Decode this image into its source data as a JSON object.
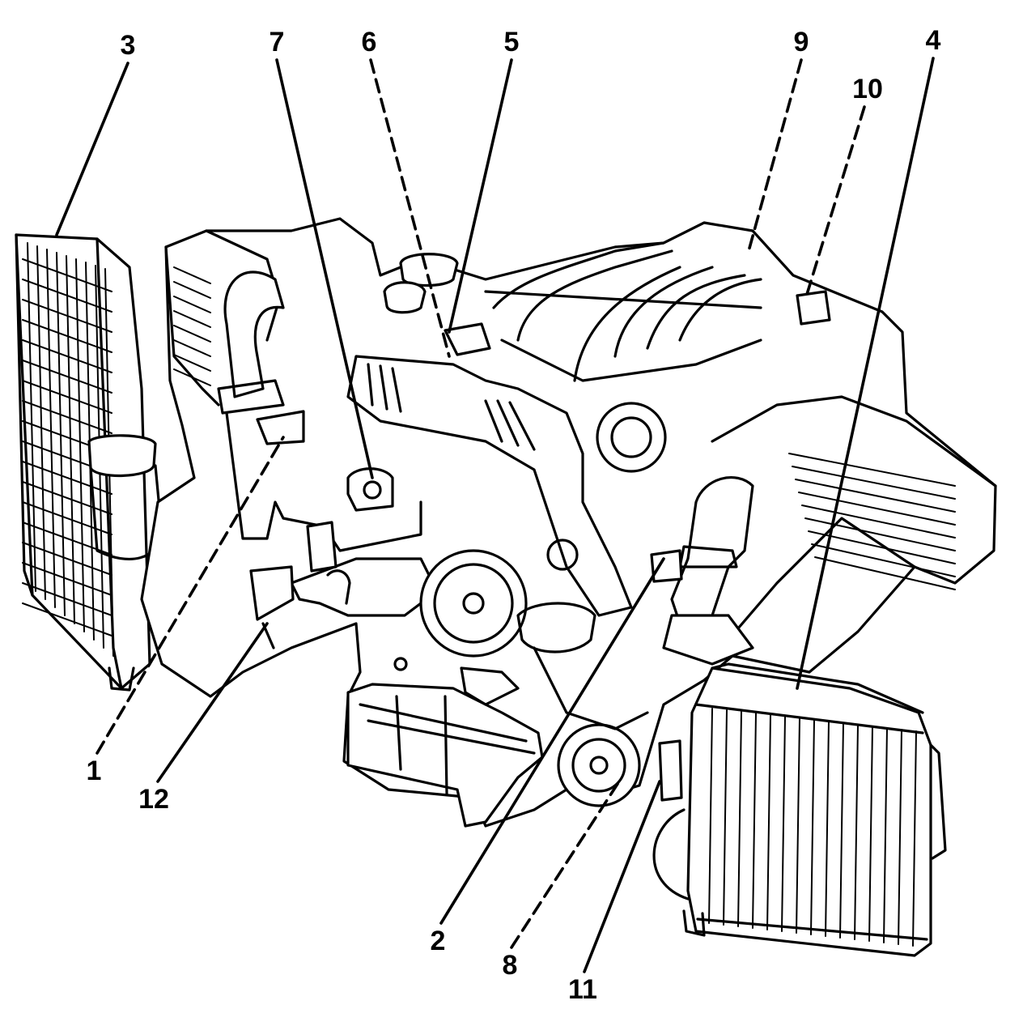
{
  "callouts": [
    {
      "id": "1",
      "label": "1",
      "style": "dashed"
    },
    {
      "id": "2",
      "label": "2",
      "style": "solid"
    },
    {
      "id": "3",
      "label": "3",
      "style": "solid"
    },
    {
      "id": "4",
      "label": "4",
      "style": "solid"
    },
    {
      "id": "5",
      "label": "5",
      "style": "solid"
    },
    {
      "id": "6",
      "label": "6",
      "style": "dashed"
    },
    {
      "id": "7",
      "label": "7",
      "style": "solid"
    },
    {
      "id": "8",
      "label": "8",
      "style": "dashed"
    },
    {
      "id": "9",
      "label": "9",
      "style": "dashed"
    },
    {
      "id": "10",
      "label": "10",
      "style": "dashed"
    },
    {
      "id": "11",
      "label": "11",
      "style": "solid"
    },
    {
      "id": "12",
      "label": "12",
      "style": "solid"
    }
  ],
  "colors": {
    "ink": "#000000",
    "paper": "#ffffff"
  }
}
